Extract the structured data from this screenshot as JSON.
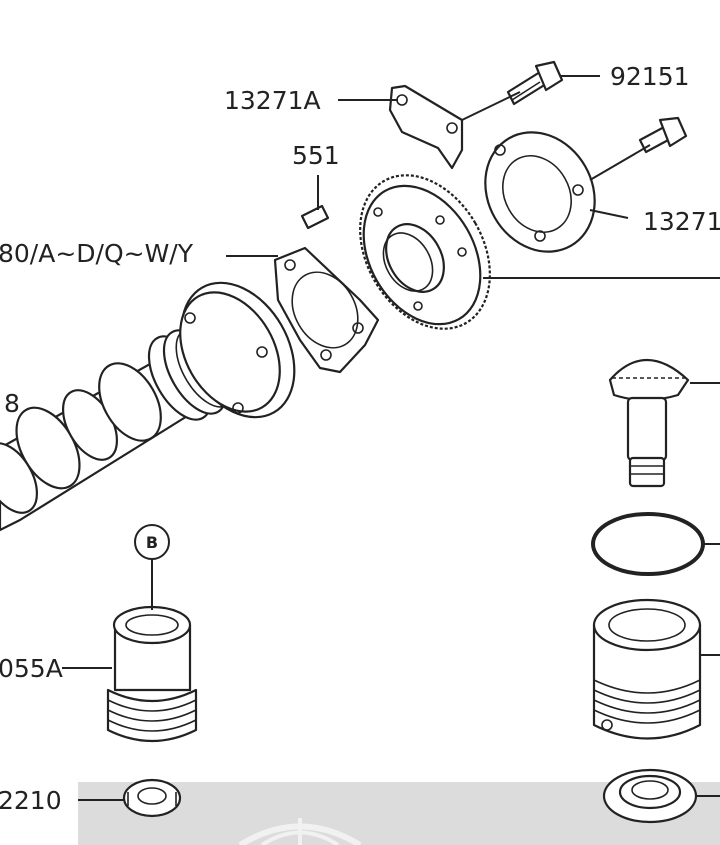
{
  "labels": {
    "retainer_plate": "13271A",
    "bolt": "92151",
    "plate_right": "13271",
    "pin": "551",
    "gasket": "80/A~D/Q~W/Y",
    "camshaft": "8",
    "sleeve": "055A",
    "nut": "2210"
  },
  "callout": "B",
  "colors": {
    "ink": "#222222",
    "panel": "#dcdcdc",
    "background": "#ffffff"
  }
}
